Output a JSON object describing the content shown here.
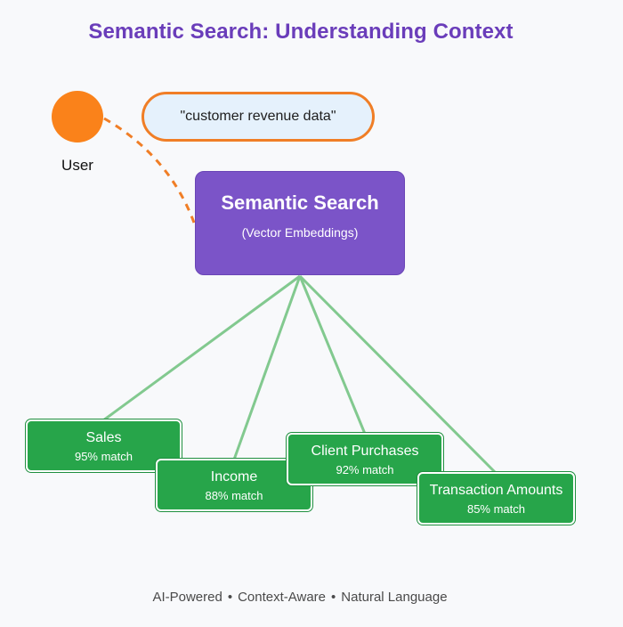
{
  "title": "Semantic Search: Understanding Context",
  "user": {
    "label": "User"
  },
  "query": {
    "text": "\"customer revenue data\""
  },
  "engine": {
    "title": "Semantic Search",
    "subtitle": "(Vector Embeddings)"
  },
  "results": [
    {
      "label": "Sales",
      "match": "95% match"
    },
    {
      "label": "Income",
      "match": "88% match"
    },
    {
      "label": "Client Purchases",
      "match": "92% match"
    },
    {
      "label": "Transaction Amounts",
      "match": "85% match"
    }
  ],
  "footer": {
    "items": [
      "AI-Powered",
      "Context-Aware",
      "Natural Language"
    ],
    "separator": "•"
  },
  "colors": {
    "title": "#6a3dba",
    "user": "#fa821a",
    "query_border": "#f07e26",
    "query_fill": "#e5f1fc",
    "engine": "#7b54c8",
    "result": "#27a54a",
    "connector": "#82c98f",
    "dashed_link": "#f07e26"
  }
}
